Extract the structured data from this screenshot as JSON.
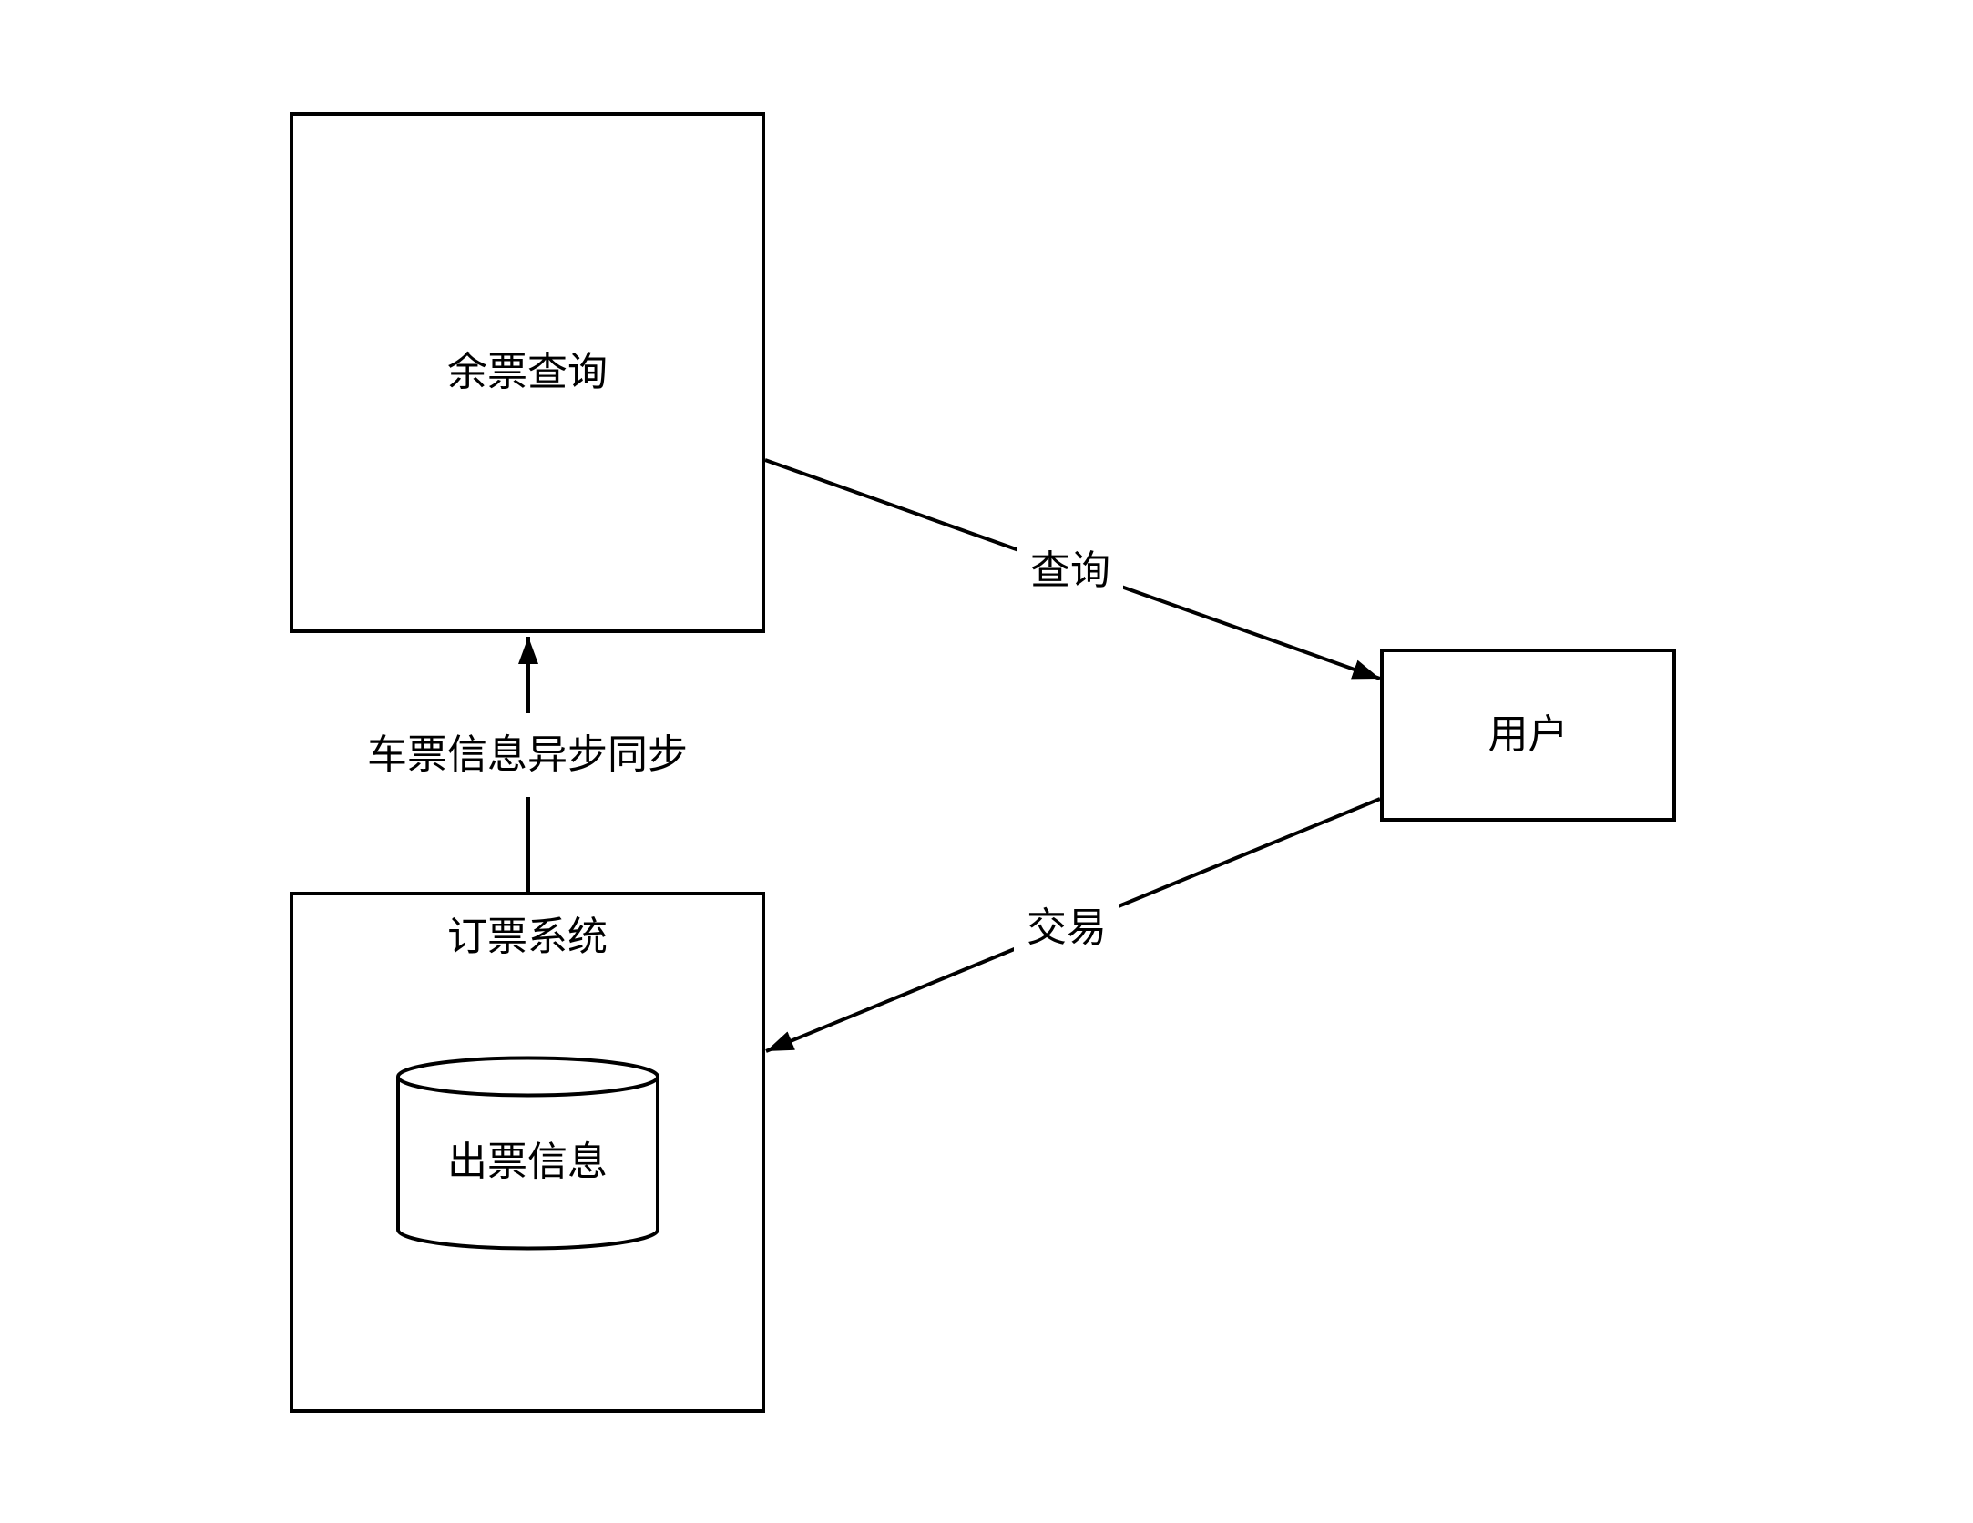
{
  "nodes": {
    "remaining_query": {
      "label": "余票查询"
    },
    "booking_system": {
      "label": "订票系统"
    },
    "user": {
      "label": "用户"
    },
    "ticket_db": {
      "label": "出票信息"
    }
  },
  "edges": {
    "query": {
      "label": "查询",
      "from": "余票查询",
      "to": "用户"
    },
    "transaction": {
      "label": "交易",
      "from": "用户",
      "to": "订票系统"
    },
    "sync": {
      "label": "车票信息异步同步",
      "from": "订票系统",
      "to": "余票查询"
    }
  },
  "colors": {
    "stroke": "#000000",
    "background": "#ffffff",
    "text": "#000000"
  }
}
